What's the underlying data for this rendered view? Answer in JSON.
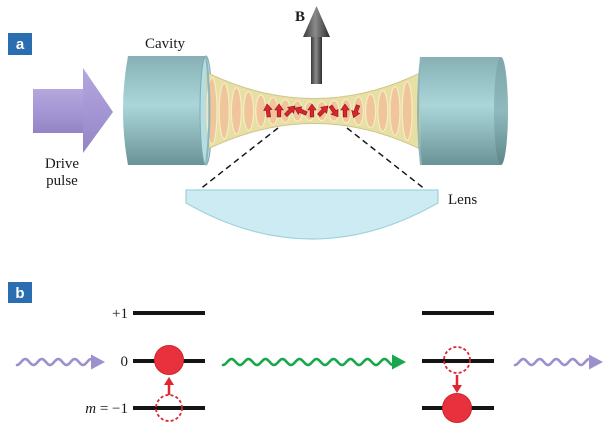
{
  "panel_a": {
    "badge": "a",
    "labels": {
      "cavity": "Cavity",
      "field": "B",
      "drive_line1": "Drive",
      "drive_line2": "pulse",
      "lens": "Lens"
    },
    "spins": [
      {
        "direction_deg": -8
      },
      {
        "direction_deg": 0
      },
      {
        "direction_deg": 45
      },
      {
        "direction_deg": -65
      },
      {
        "direction_deg": 0
      },
      {
        "direction_deg": 45
      },
      {
        "direction_deg": 145
      },
      {
        "direction_deg": 0
      },
      {
        "direction_deg": 200
      }
    ]
  },
  "panel_b": {
    "badge": "b",
    "level_labels": {
      "plus_one": "+1",
      "zero": "0",
      "m_symbol": "m",
      "minus_one": " = −1"
    },
    "levels": [
      "+1",
      "0",
      "-1"
    ],
    "before": {
      "occupied": "0",
      "vacated": "-1",
      "transition": "up"
    },
    "after": {
      "occupied": "-1",
      "vacated": "0",
      "transition": "down"
    },
    "photons": [
      {
        "name": "drive-photon-in",
        "color": "#9d90cc"
      },
      {
        "name": "cavity-photon",
        "color": "#18a84c"
      },
      {
        "name": "drive-photon-out",
        "color": "#9d90cc"
      }
    ]
  },
  "colors": {
    "badge": "#2a6db0",
    "cavity_mirror": "#9cc7cb",
    "beam": "#e7dfa3",
    "beam_mode": "#f1c59b",
    "spin": "#d8262f",
    "lens": "#cdebf2",
    "drive_pulse": "#a99ad6",
    "atom": "#e8313c",
    "field_arrow": "#5a5a5a"
  }
}
